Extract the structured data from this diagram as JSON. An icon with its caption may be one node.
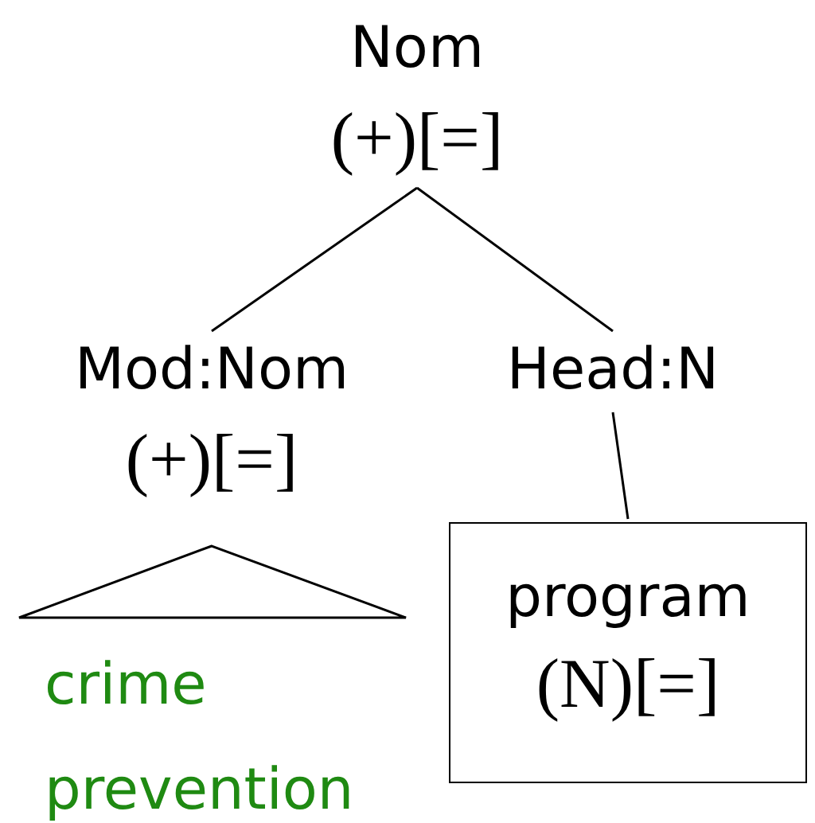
{
  "diagram": {
    "nodes": [
      {
        "text": [
          "Nom",
          "(+)[=]"
        ]
      },
      {
        "text": [
          "Mod:Nom",
          "(+)[=]"
        ]
      },
      {
        "text": [
          "Head:N"
        ]
      },
      {
        "text": [
          "crime prevention"
        ]
      },
      {
        "text": [
          "program",
          "(N)[=]"
        ]
      }
    ],
    "edges": [
      {
        "from": 0,
        "to": 1,
        "arrow": "none"
      },
      {
        "from": 0,
        "to": 2,
        "arrow": "none"
      },
      {
        "from": 2,
        "to": 4,
        "arrow": "none"
      }
    ]
  }
}
